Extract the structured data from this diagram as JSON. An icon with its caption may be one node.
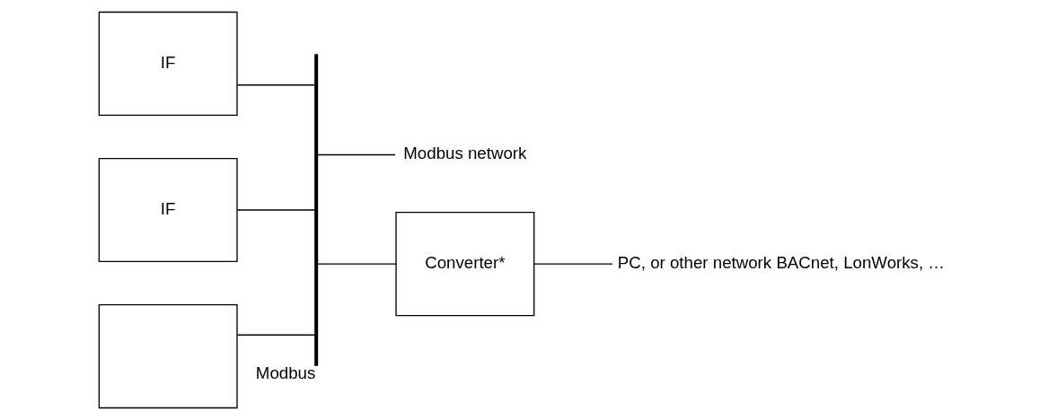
{
  "diagram": {
    "nodes": [
      {
        "text": [
          "IF"
        ]
      },
      {
        "text": [
          "IF"
        ]
      },
      {
        "text": [],
        "shape": "box"
      },
      {
        "text": [],
        "shape": "bar",
        "beside": [
          "Modbus"
        ]
      },
      {
        "text": [
          "Modbus network"
        ]
      },
      {
        "text": [
          "Converter*"
        ]
      },
      {
        "text": [
          "PC, or other network BACnet, LonWorks, …"
        ]
      }
    ],
    "edges": [
      {
        "from": 0,
        "to": 3,
        "arrow": "none"
      },
      {
        "from": 1,
        "to": 3,
        "arrow": "none"
      },
      {
        "from": 2,
        "to": 3,
        "arrow": "none"
      },
      {
        "from": 3,
        "to": 4,
        "arrow": "none"
      },
      {
        "from": 3,
        "to": 5,
        "arrow": "none"
      },
      {
        "from": 5,
        "to": 6,
        "arrow": "none"
      }
    ]
  }
}
